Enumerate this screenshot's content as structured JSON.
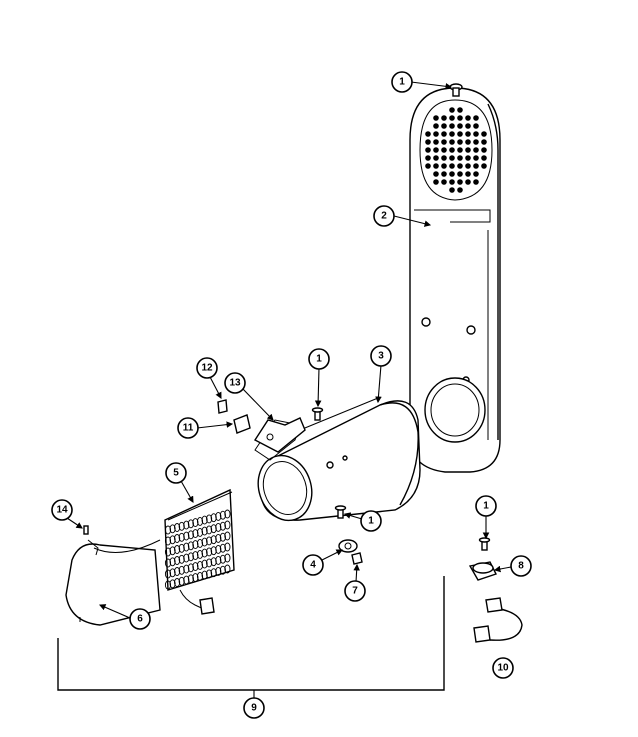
{
  "callouts": {
    "c1_top": "1",
    "c2": "2",
    "c3": "3",
    "c1_mid": "1",
    "c12": "12",
    "c13": "13",
    "c11": "11",
    "c5": "5",
    "c14": "14",
    "c1_low": "1",
    "c1_right": "1",
    "c4": "4",
    "c7": "7",
    "c8": "8",
    "c6": "6",
    "c10": "10",
    "c9": "9"
  }
}
